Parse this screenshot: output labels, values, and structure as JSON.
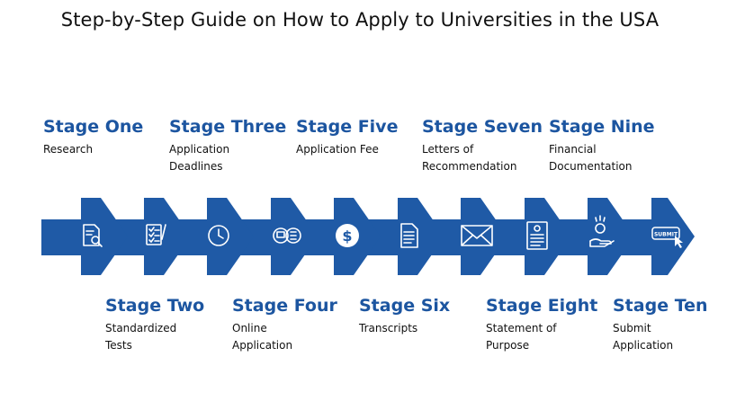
{
  "title": "Step-by-Step Guide on How to Apply to Universities in the USA",
  "colors": {
    "accent": "#1c55a0",
    "arrow": "#1f5aa6",
    "icon": "#ffffff"
  },
  "stages": [
    {
      "name": "Stage One",
      "description": "Research",
      "icon": "document-search-icon"
    },
    {
      "name": "Stage Two",
      "description": "Standardized\nTests",
      "icon": "checklist-icon"
    },
    {
      "name": "Stage Three",
      "description": "Application\nDeadlines",
      "icon": "clock-icon"
    },
    {
      "name": "Stage Four",
      "description": "Online\nApplication",
      "icon": "online-form-icon"
    },
    {
      "name": "Stage Five",
      "description": "Application Fee",
      "icon": "dollar-coin-icon"
    },
    {
      "name": "Stage Six",
      "description": "Transcripts",
      "icon": "transcript-document-icon"
    },
    {
      "name": "Stage Seven",
      "description": "Letters of\nRecommendation",
      "icon": "envelope-icon"
    },
    {
      "name": "Stage Eight",
      "description": "Statement of\nPurpose",
      "icon": "certificate-icon"
    },
    {
      "name": "Stage Nine",
      "description": "Financial\nDocumentation",
      "icon": "money-hand-icon"
    },
    {
      "name": "Stage Ten",
      "description": "Submit\nApplication",
      "icon": "submit-button-icon"
    }
  ],
  "submit_icon_text": "SUBMIT"
}
